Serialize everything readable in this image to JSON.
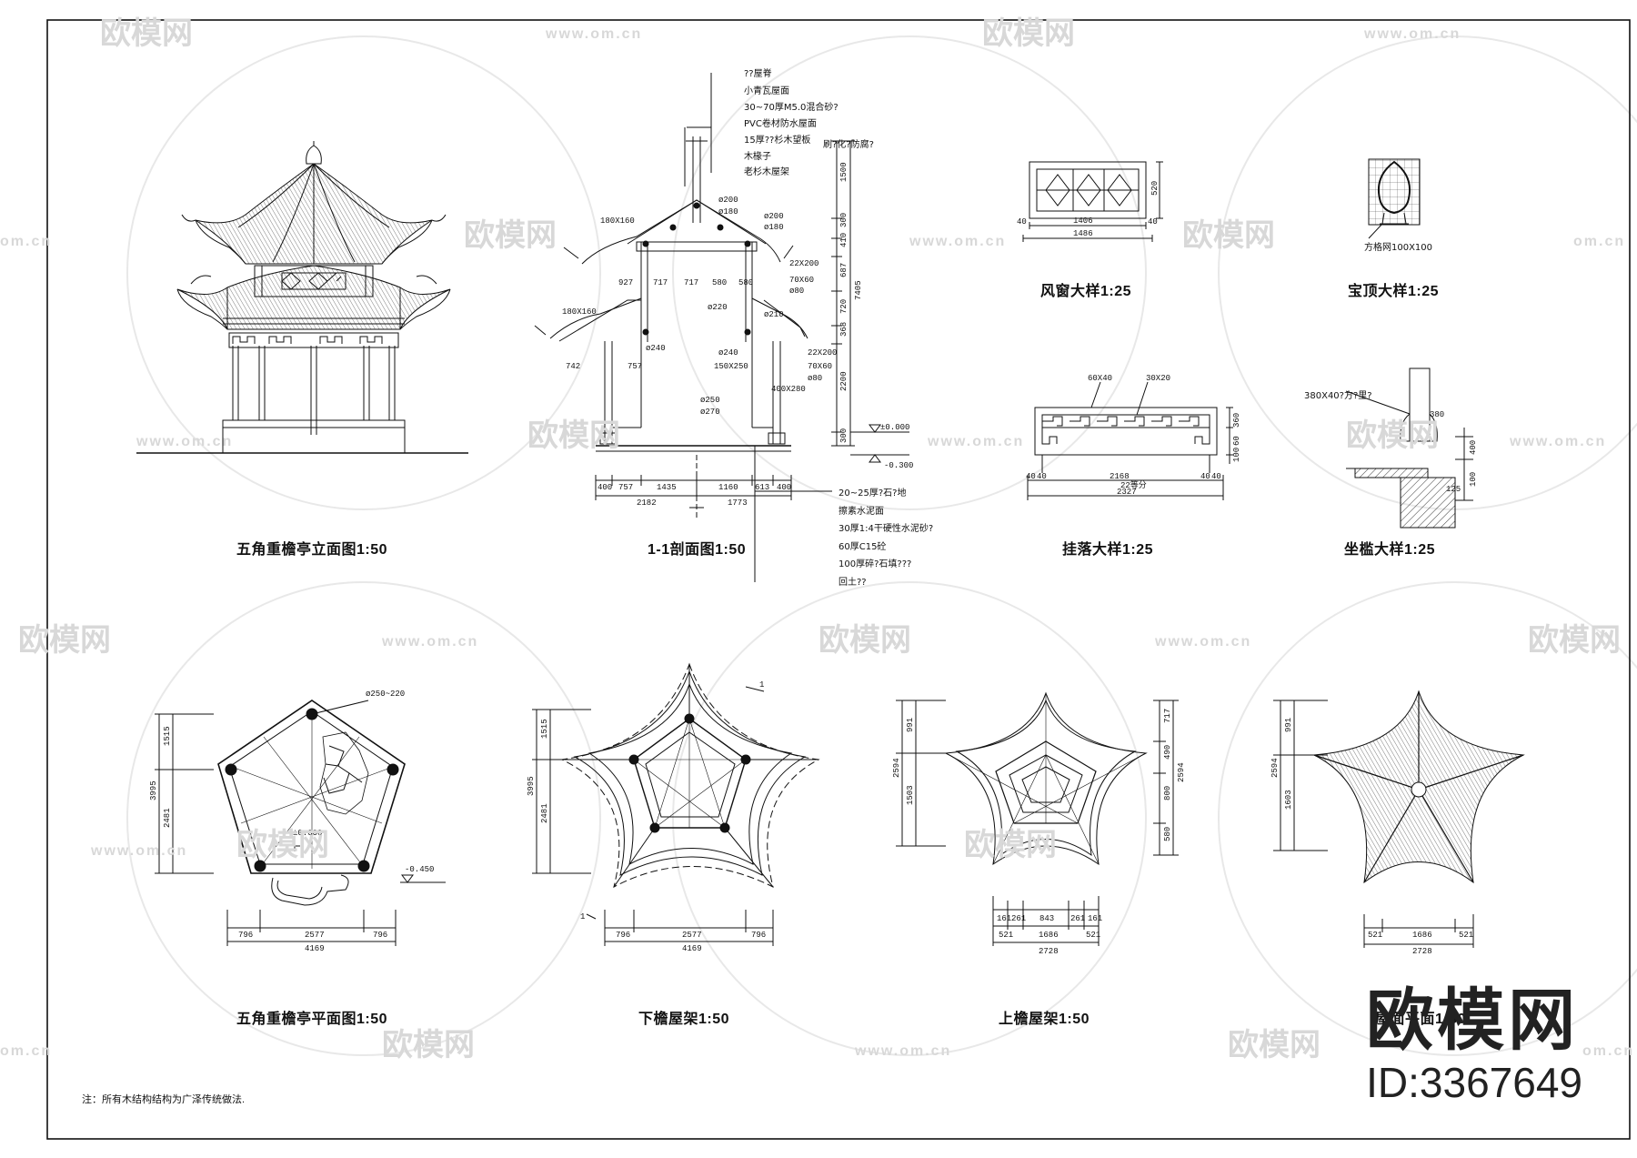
{
  "captions": {
    "elevation": "五角重檐亭立面图1:50",
    "section": "1-1剖面图1:50",
    "wind_window": "风窗大样1:25",
    "finial": "宝顶大样1:25",
    "hanging": "挂落大样1:25",
    "bench": "坐槛大样1:25",
    "plan": "五角重檐亭平面图1:50",
    "lower_roof": "下檐屋架1:50",
    "upper_roof": "上檐屋架1:50",
    "roof_plan": "屋面平面1:50"
  },
  "note": "注：所有木结构结构为广泽传统做法.",
  "brand": {
    "logo": "欧模网",
    "id": "ID:3367649"
  },
  "watermark": {
    "logo": "欧模网",
    "url": "www.om.cn",
    "url_short": "om.cn"
  },
  "section_labels": {
    "layers": [
      "??屋脊",
      "小青瓦屋面",
      "30~70厚M5.0混合砂?",
      "PVC卷材防水屋面",
      "15厚??杉木望板",
      "木椽子",
      "老杉木屋架"
    ],
    "floor": [
      "20~25厚?石?地",
      "擦素水泥面",
      "30厚1:4干硬性水泥砂?",
      "60厚C15砼",
      "100厚碎?石填???",
      "回土??"
    ],
    "side_note": "刷?化?防腐?",
    "members": [
      "180X160",
      "ø200",
      "ø180",
      "ø200",
      "ø180",
      "22X200",
      "70X60",
      "ø80",
      "ø220",
      "ø210",
      "ø240",
      "ø240",
      "150X250",
      "22X200",
      "70X60",
      "ø80",
      "ø250",
      "ø270",
      "400X280",
      "180X160"
    ],
    "dims_h": [
      "400",
      "757",
      "1435",
      "1160",
      "613",
      "400",
      "2182",
      "1773",
      "927",
      "717",
      "717",
      "580",
      "580",
      "742",
      "757"
    ],
    "dims_v": [
      "1500",
      "300",
      "410",
      "687",
      "720",
      "368",
      "2200",
      "300",
      "7405"
    ],
    "levels": [
      "±0.000",
      "-0.300"
    ]
  },
  "wind_window": {
    "dims": [
      "1406",
      "1486",
      "520",
      "40",
      "40"
    ]
  },
  "finial": {
    "label": "方格网100X100"
  },
  "hanging": {
    "labels": [
      "60X40",
      "30X20"
    ],
    "dims": [
      "40",
      "40",
      "2168",
      "22等分",
      "40",
      "40",
      "2327",
      "360",
      "60",
      "100"
    ]
  },
  "bench": {
    "labels": [
      "380X40?方?里?"
    ],
    "dims": [
      "380",
      "400",
      "100",
      "125"
    ]
  },
  "plan": {
    "labels": [
      "ø250~220",
      "±0.000",
      "-0.450"
    ],
    "dims_v": [
      "1515",
      "2481",
      "3995"
    ],
    "dims_h": [
      "796",
      "2577",
      "796",
      "4169"
    ]
  },
  "lower_roof": {
    "dims_v": [
      "1515",
      "2481",
      "3995"
    ],
    "dims_h": [
      "796",
      "2577",
      "796",
      "4169"
    ],
    "marks": [
      "1",
      "1"
    ]
  },
  "upper_roof": {
    "dims_v": [
      "991",
      "1503",
      "2594",
      "717",
      "490",
      "800",
      "580",
      "2594"
    ],
    "dims_h": [
      "161",
      "261",
      "843",
      "261",
      "161",
      "521",
      "1686",
      "521",
      "2728"
    ]
  },
  "roof_plan": {
    "dims_v": [
      "991",
      "1603",
      "2594"
    ],
    "dims_h": [
      "521",
      "1686",
      "521",
      "2728"
    ]
  }
}
